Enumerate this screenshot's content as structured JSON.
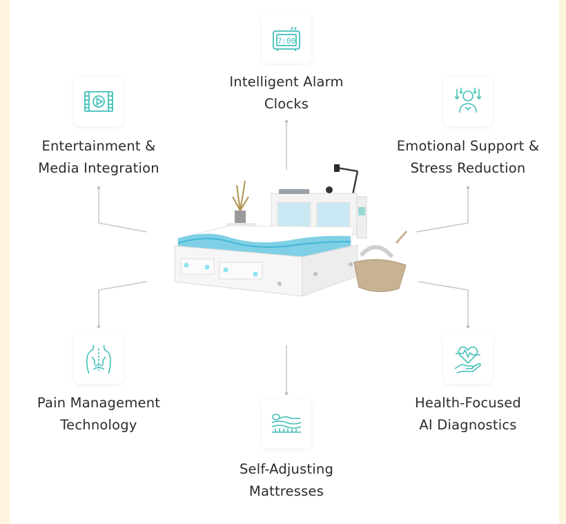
{
  "features": {
    "alarm": {
      "line1": "Intelligent Alarm",
      "line2": "Clocks",
      "icon": "alarm-clock-icon",
      "clock_text": "7:00"
    },
    "entertainment": {
      "line1": "Entertainment &",
      "line2": "Media Integration",
      "icon": "media-player-icon"
    },
    "emotional": {
      "line1": "Emotional Support &",
      "line2": "Stress Reduction",
      "icon": "stress-relief-icon"
    },
    "pain": {
      "line1": "Pain Management",
      "line2": "Technology",
      "icon": "back-spine-icon"
    },
    "mattress": {
      "line1": "Self-Adjusting",
      "line2": "Mattresses",
      "icon": "adjustable-mattress-icon"
    },
    "health": {
      "line1": "Health-Focused",
      "line2": "AI Diagnostics",
      "icon": "heart-in-hand-icon"
    }
  },
  "colors": {
    "accent": "#3fbfb6",
    "frame": "#fff5de",
    "text": "#2b2b2b",
    "connector": "#b9b9b9"
  }
}
